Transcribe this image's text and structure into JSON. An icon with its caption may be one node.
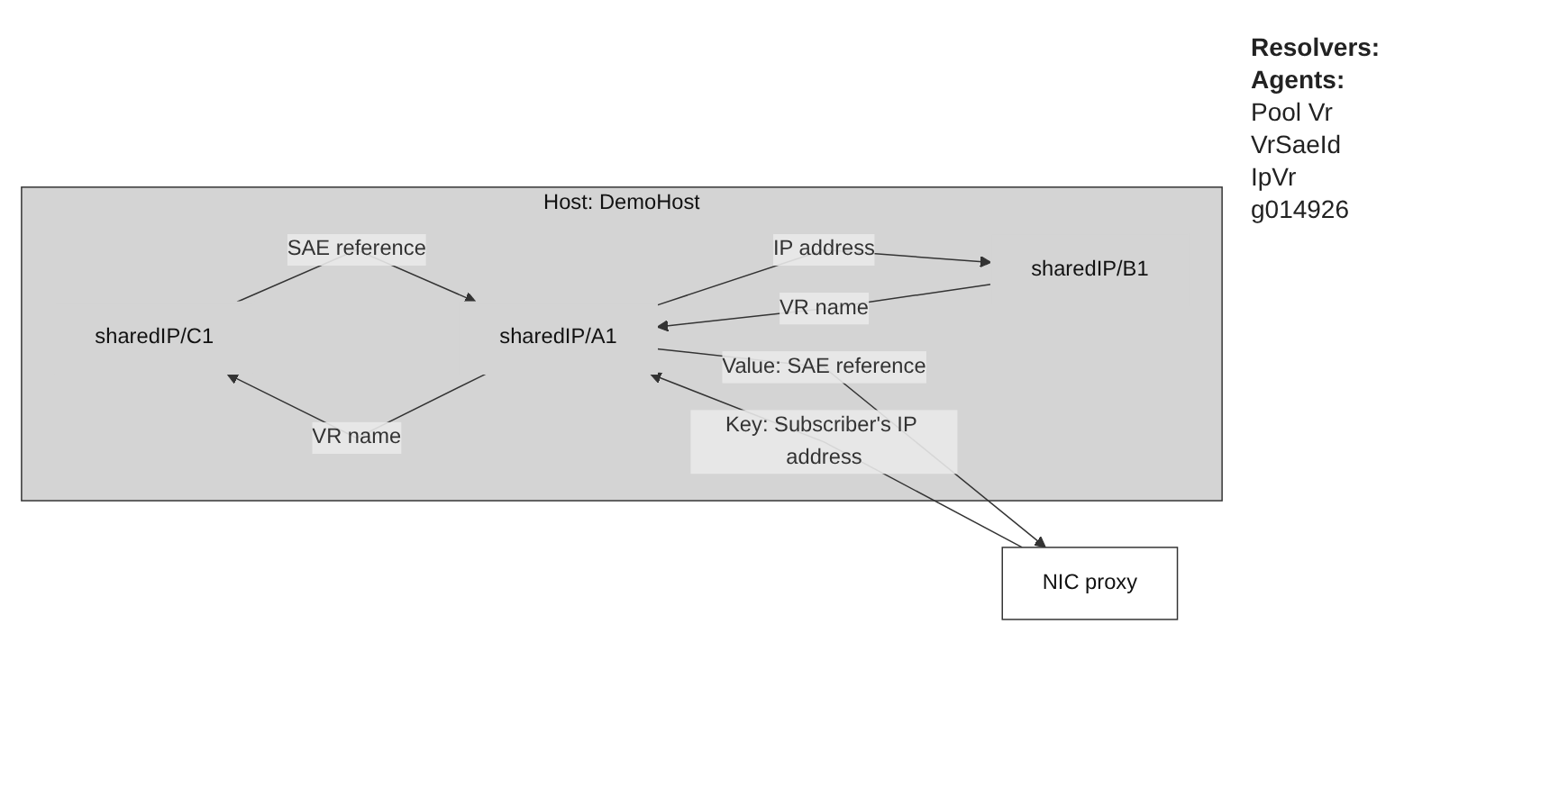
{
  "diagram": {
    "nodes": [
      {
        "text": [
          "Host: DemoHost"
        ]
      },
      {
        "text": [
          "NIC proxy"
        ]
      },
      {
        "text": [
          "sharedIP/C1"
        ],
        "in": 0
      },
      {
        "text": [
          "sharedIP/A1"
        ],
        "in": 0
      },
      {
        "text": [
          "sharedIP/B1"
        ],
        "in": 0
      }
    ],
    "edges": [
      {
        "from": 1,
        "to": 3,
        "arrow": "to",
        "label": "Key: Subscriber's IP address"
      },
      {
        "from": 3,
        "to": 1,
        "arrow": "to",
        "label": "Value: SAE reference"
      },
      {
        "from": 3,
        "to": 2,
        "arrow": "to",
        "label": "VR name"
      },
      {
        "from": 2,
        "to": 3,
        "arrow": "to",
        "label": "SAE reference"
      },
      {
        "from": 3,
        "to": 4,
        "arrow": "to",
        "label": "IP address"
      },
      {
        "from": 4,
        "to": 3,
        "arrow": "to",
        "label": "VR name"
      }
    ],
    "labels": [
      "Resolvers:",
      "Agents:",
      "Pool Vr",
      "VrSaeId",
      "IpVr",
      "g014926"
    ]
  }
}
